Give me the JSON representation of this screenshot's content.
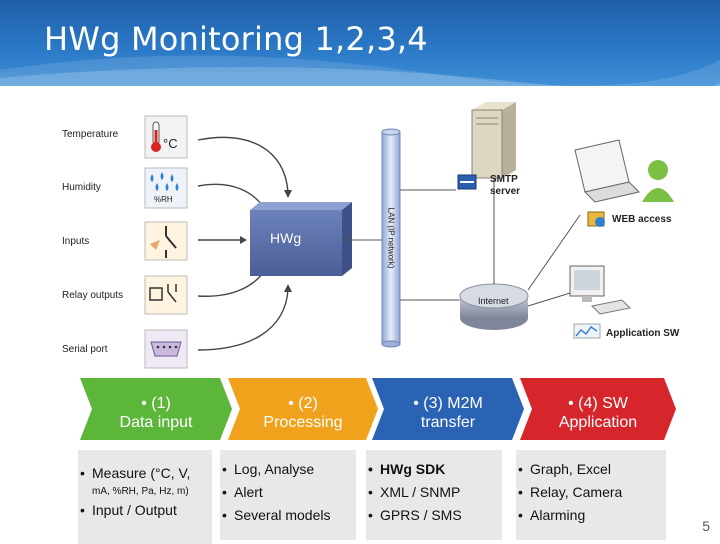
{
  "title": "HWg Monitoring 1,2,3,4",
  "diagram": {
    "sensors": [
      {
        "label": "Temperature",
        "icon": "thermometer-icon",
        "unit": "°C"
      },
      {
        "label": "Humidity",
        "icon": "humidity-icon",
        "unit": "%RH"
      },
      {
        "label": "Inputs",
        "icon": "switch-input-icon"
      },
      {
        "label": "Relay outputs",
        "icon": "relay-icon"
      },
      {
        "label": "Serial port",
        "icon": "serial-port-icon"
      }
    ],
    "hwg_box": "HWg",
    "lan_label": "LAN (IP network)",
    "smtp_label_1": "SMTP",
    "smtp_label_2": "server",
    "web_access": "WEB access",
    "internet": "Internet",
    "application_sw": "Application SW"
  },
  "panels": [
    {
      "head_1": "• (1)",
      "head_2": "Data input",
      "color": "#5cb63a",
      "items": [
        "Measure (°C, V,",
        "mA, %RH, Pa, Hz, m)",
        "Input / Output"
      ]
    },
    {
      "head_1": "• (2)",
      "head_2": "Processing",
      "color": "#f0a21c",
      "items": [
        "Log, Analyse",
        "Alert",
        "Several models"
      ]
    },
    {
      "head_1": "• (3) M2M",
      "head_2": "transfer",
      "color": "#2b63b4",
      "items": [
        "HWg SDK",
        "XML / SNMP",
        "GPRS / SMS"
      ]
    },
    {
      "head_1": "• (4) SW",
      "head_2": "Application",
      "color": "#d6262b",
      "items": [
        "Graph, Excel",
        "Relay, Camera",
        "Alarming"
      ]
    }
  ],
  "page_number": "5"
}
